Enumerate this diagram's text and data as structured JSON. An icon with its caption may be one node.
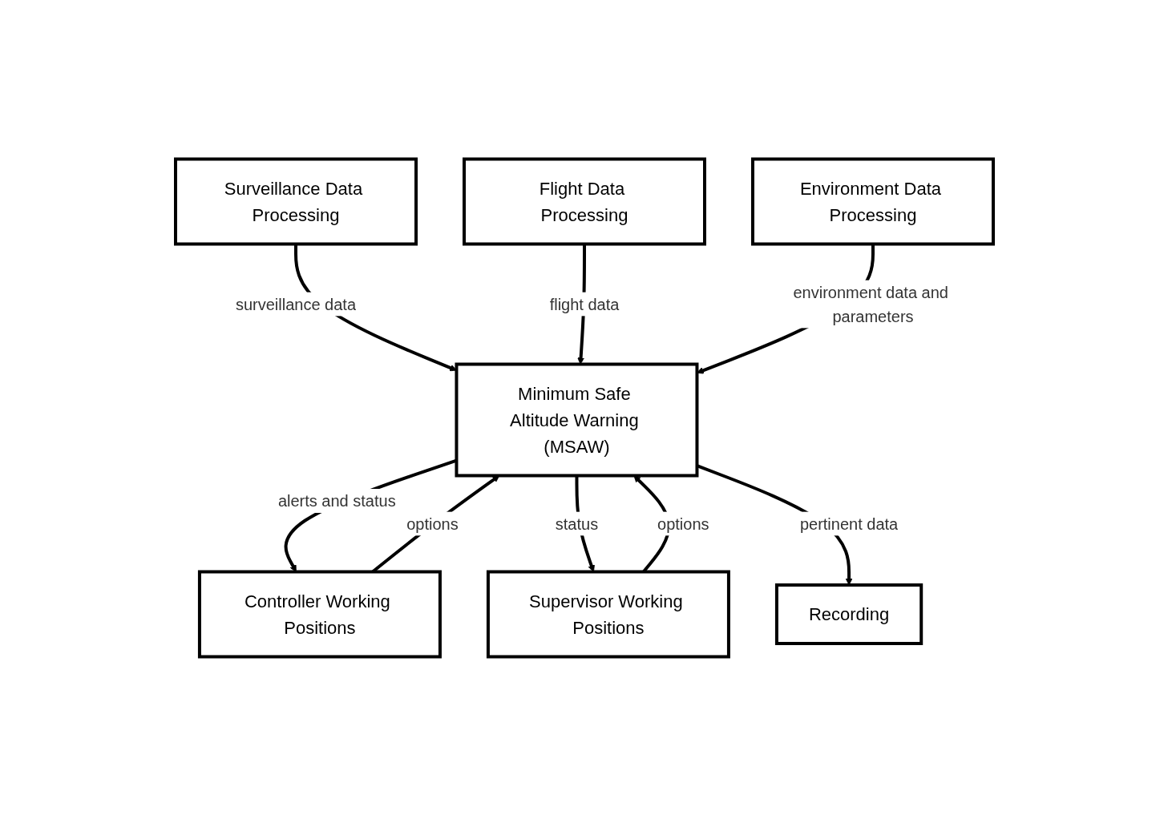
{
  "diagram": {
    "nodes": [
      {
        "text": [
          "Surveillance Data Processing"
        ]
      },
      {
        "text": [
          "Flight Data Processing"
        ]
      },
      {
        "text": [
          "Environment Data Processing"
        ]
      },
      {
        "text": [
          "Minimum Safe Altitude Warning (MSAW)"
        ]
      },
      {
        "text": [
          "Controller Working Positions"
        ]
      },
      {
        "text": [
          "Supervisor Working Positions"
        ]
      },
      {
        "text": [
          "Recording"
        ]
      }
    ],
    "edges": [
      {
        "from": 0,
        "to": 3,
        "arrow": "to",
        "label": "surveillance data"
      },
      {
        "from": 1,
        "to": 3,
        "arrow": "to",
        "label": "flight data"
      },
      {
        "from": 2,
        "to": 3,
        "arrow": "to",
        "label": "environment data and parameters"
      },
      {
        "from": 3,
        "to": 4,
        "arrow": "to",
        "label": "alerts and status"
      },
      {
        "from": 4,
        "to": 3,
        "arrow": "to",
        "label": "options"
      },
      {
        "from": 3,
        "to": 5,
        "arrow": "to",
        "label": "status"
      },
      {
        "from": 5,
        "to": 3,
        "arrow": "to",
        "label": "options"
      },
      {
        "from": 3,
        "to": 6,
        "arrow": "to",
        "label": "pertinent data"
      }
    ]
  }
}
